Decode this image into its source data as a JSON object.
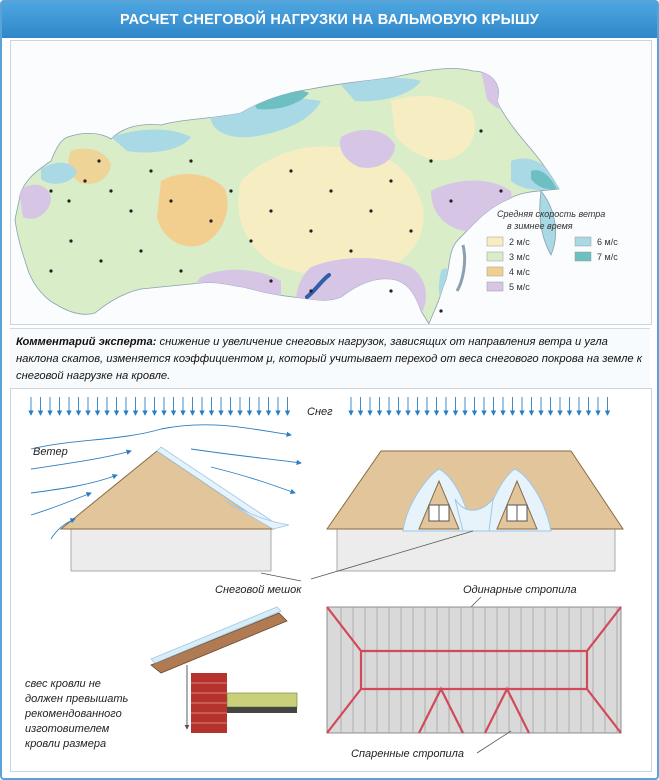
{
  "title": "РАСЧЕТ СНЕГОВОЙ НАГРУЗКИ НА ВАЛЬМОВУЮ КРЫШУ",
  "map": {
    "legend_title_1": "Средняя скорость ветра",
    "legend_title_2": "в зимнее время",
    "legend": [
      {
        "label": "2 м/с",
        "num": "2",
        "color": "#f6eec2"
      },
      {
        "label": "3 м/с",
        "num": "3",
        "color": "#d9edc8"
      },
      {
        "label": "4 м/с",
        "num": "4",
        "color": "#f2cf8e"
      },
      {
        "label": "5 м/с",
        "num": "5",
        "color": "#d7c5e6"
      },
      {
        "label": "6 м/с",
        "num": "6",
        "color": "#a9d9e4"
      },
      {
        "label": "7 м/с",
        "num": "7",
        "color": "#6dbfc2"
      }
    ]
  },
  "comment": {
    "bold": "Комментарий эксперта:",
    "text": " снижение и увеличение снеговых нагрузок, зависящих от направления ветра и угла наклона скатов, изменяется коэффициентом μ, который учитывает переход от веса снегового покрова на земле к снеговой нагрузке на кровле."
  },
  "labels": {
    "snow": "Снег",
    "wind": "Ветер",
    "snow_bag": "Снеговой мешок",
    "single_rafters": "Одинарные стропила",
    "paired_rafters": "Спаренные стропила",
    "eave_note": "свес кровли не\nдолжен превышать\nрекомендованного\nизготовителем\nкровли размера"
  }
}
